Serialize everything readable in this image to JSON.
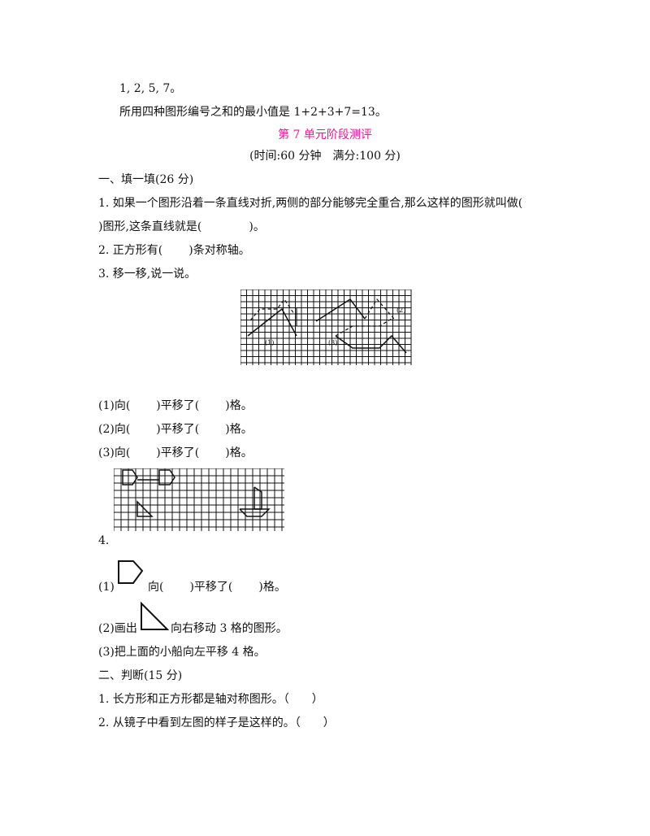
{
  "intro": {
    "line1": "1, 2, 5, 7。",
    "line2": "所用四种图形编号之和的最小值是 1+2+3+7=13。"
  },
  "header": {
    "title": "第 7 单元阶段测评",
    "subtitle": "(时间:60 分钟　满分:100 分)"
  },
  "section1": {
    "heading": "一、填一填(26 分)",
    "q1_part1": "1. 如果一个图形沿着一条直线对折,两侧的部分能够完全重合,那么这样的图形就叫做(",
    "q1_part2a": ")图形,这条直线就是(",
    "q1_part2b": ")。",
    "q2_a": "2. 正方形有(",
    "q2_b": ")条对称轴。",
    "q3_title": "3. 移一移,说一说。",
    "fig1_labels": [
      "(1)",
      "(2)",
      "(3)"
    ],
    "q3_items": [
      {
        "a": "(1)向(",
        "b": ")平移了(",
        "c": ")格。"
      },
      {
        "a": "(2)向(",
        "b": ")平移了(",
        "c": ")格。"
      },
      {
        "a": "(3)向(",
        "b": ")平移了(",
        "c": ")格。"
      }
    ],
    "q4_number": "4.",
    "q4_1": {
      "a": "(1)",
      "b": "向(",
      "c": ")平移了(",
      "d": ")格。"
    },
    "q4_2": {
      "a": "(2)画出",
      "b": "向右移动 3 格的图形。"
    },
    "q4_3": "(3)把上面的小船向左平移 4 格。"
  },
  "section2": {
    "heading": "二、判断(15 分)",
    "q1": "1. 长方形和正方形都是轴对称图形。（　　）",
    "q2": "2. 从镜子中看到左图的样子是这样的。（　　）"
  },
  "colors": {
    "title": "#e61a93",
    "text": "#111111"
  }
}
